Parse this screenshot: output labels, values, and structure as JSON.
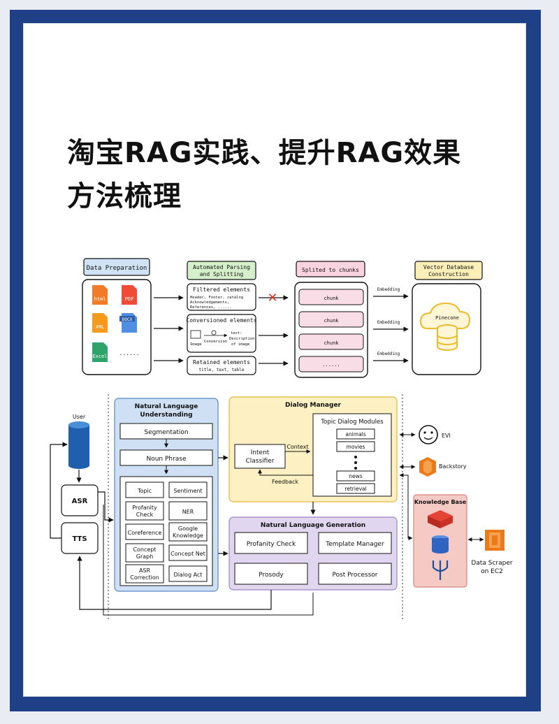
{
  "title": {
    "line1": "淘宝RAG实践、提升RAG效果",
    "line2": "方法梳理"
  },
  "pipeline": {
    "stages": {
      "data_preparation": "Data Preparation",
      "parsing_line1": "Automated Parsing",
      "parsing_line2": "and Splitting",
      "chunks": "Splited to chunks",
      "vector_line1": "Vector Database",
      "vector_line2": "Construction"
    },
    "files": {
      "html": "html",
      "pdf": "PDF",
      "xml": "XML",
      "docx": "DOCX",
      "excel": "Excel",
      "more": "......"
    },
    "filtered": {
      "title": "Filtered elements",
      "line1": "Header, Footer, catalog",
      "line2": "Acknowledgements,",
      "line3": "References, ......"
    },
    "conversion": {
      "title": "Conversioned elements",
      "image": "Image",
      "conversion": "Conversion",
      "text1": "text:",
      "text2": "Description",
      "text3": "of image"
    },
    "retained": {
      "title": "Retained elements",
      "items": "title, text, table"
    },
    "chunks": [
      "chunk",
      "chunk",
      "chunk",
      "......"
    ],
    "embedding": "Embedding",
    "pinecone": "Pinecone"
  },
  "arch": {
    "user": "User",
    "asr": "ASR",
    "tts": "TTS",
    "nlu": {
      "title1": "Natural Language",
      "title2": "Understanding",
      "segmentation": "Segmentation",
      "noun_phrase": "Noun Phrase",
      "topic": "Topic",
      "sentiment": "Sentiment",
      "profanity1": "Profanity",
      "profanity2": "Check",
      "ner": "NER",
      "coreference": "Coreference",
      "google1": "Google",
      "google2": "Knowledge",
      "concept1": "Concept",
      "concept2": "Graph",
      "concept_net": "Concept Net",
      "asr_corr1": "ASR",
      "asr_corr2": "Correction",
      "dialog_act": "Dialog Act"
    },
    "dm": {
      "title": "Dialog Manager",
      "intent1": "Intent",
      "intent2": "Classifier",
      "context": "Context",
      "feedback": "Feedback",
      "topic_modules": "Topic Dialog Modules",
      "modules": [
        "animals",
        "movies",
        "news",
        "retrieval"
      ]
    },
    "nlg": {
      "title": "Natural Language Generation",
      "profanity": "Profanity Check",
      "template": "Template Manager",
      "prosody": "Prosody",
      "post": "Post Processor"
    },
    "evi": "EVI",
    "backstory": "Backstory",
    "kb": "Knowledge Base",
    "scraper1": "Data Scraper",
    "scraper2": "on EC2"
  },
  "colors": {
    "frame": "#1f3f86",
    "data_prep": "#cfe3f5",
    "parsing": "#d4efc9",
    "chunks": "#f9d3df",
    "vector": "#fbeeb6",
    "nlu": "#cfe0f4",
    "dm": "#fdf0c2",
    "nlg": "#e1d6ef",
    "kb": "#f5c9c4",
    "reject": "#d23a2a",
    "aws_orange": "#ea7a1a"
  }
}
